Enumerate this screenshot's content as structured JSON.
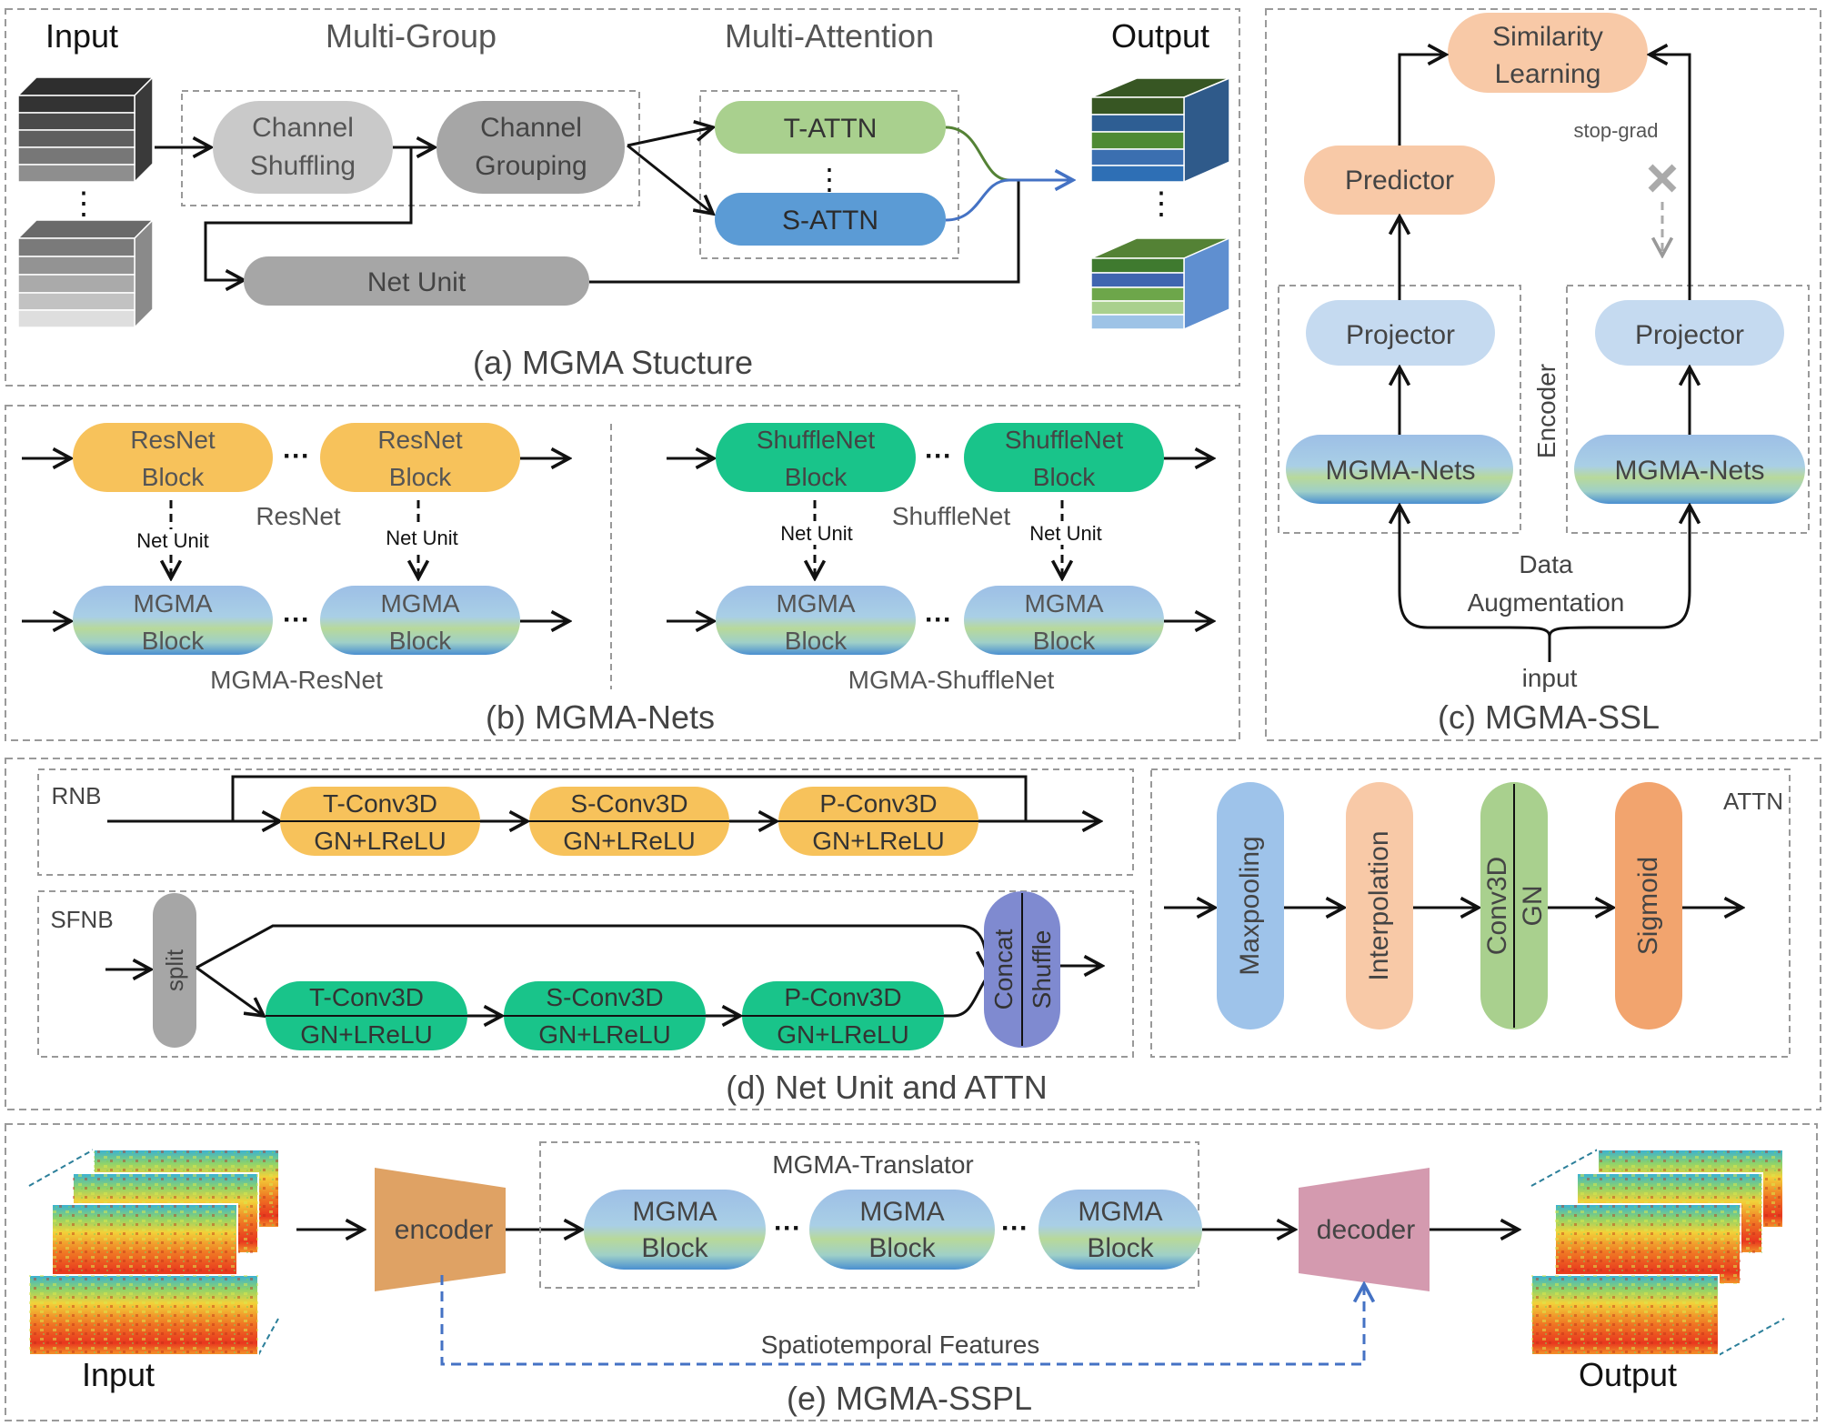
{
  "panel_a": {
    "caption": "(a) MGMA Stucture",
    "input_label": "Input",
    "multi_group_label": "Multi-Group",
    "multi_attention_label": "Multi-Attention",
    "output_label": "Output",
    "channel_shuffling": [
      "Channel",
      "Shuffling"
    ],
    "channel_grouping": [
      "Channel",
      "Grouping"
    ],
    "t_attn": "T-ATTN",
    "s_attn": "S-ATTN",
    "net_unit": "Net Unit",
    "ellipsis": "⋮"
  },
  "panel_b": {
    "caption": "(b) MGMA-Nets",
    "resnet_block": [
      "ResNet",
      "Block"
    ],
    "shufflenet_block": [
      "ShuffleNet",
      "Block"
    ],
    "mgma_block": [
      "MGMA",
      "Block"
    ],
    "resnet_label": "ResNet",
    "shufflenet_label": "ShuffleNet",
    "net_unit_label": "Net Unit",
    "mgma_resnet_label": "MGMA-ResNet",
    "mgma_shufflenet_label": "MGMA-ShuffleNet",
    "dots": "···"
  },
  "panel_c": {
    "caption": "(c) MGMA-SSL",
    "similarity": [
      "Similarity",
      "Learning"
    ],
    "predictor": "Predictor",
    "projector": "Projector",
    "mgma_nets": "MGMA-Nets",
    "encoder": "Encoder",
    "stop_grad": "stop-grad",
    "data_aug": [
      "Data",
      "Augmentation"
    ],
    "input": "input"
  },
  "panel_d": {
    "caption": "(d) Net Unit and ATTN",
    "rnb": "RNB",
    "sfnb": "SFNB",
    "attn": "ATTN",
    "t_conv": "T-Conv3D",
    "s_conv": "S-Conv3D",
    "p_conv": "P-Conv3D",
    "gn": "GN+LReLU",
    "split": "split",
    "concat": "Concat",
    "shuffle": "Shuffle",
    "maxpooling": "Maxpooling",
    "interpolation": "Interpolation",
    "conv3d": "Conv3D",
    "gn_short": "GN",
    "sigmoid": "Sigmoid"
  },
  "panel_e": {
    "caption": "(e) MGMA-SSPL",
    "translator": "MGMA-Translator",
    "encoder": "encoder",
    "decoder": "decoder",
    "mgma_block": [
      "MGMA",
      "Block"
    ],
    "features": "Spatiotemporal Features",
    "input": "Input",
    "output": "Output",
    "dots": "···"
  },
  "colors": {
    "gray_light": "#c9c9c9",
    "gray_mid": "#a6a6a6",
    "green_attn": "#a9d08e",
    "blue_attn": "#5b9bd5",
    "orange": "#f7c25b",
    "teal": "#19c48a",
    "peach": "#f8c9a7",
    "light_blue": "#c5daf0",
    "purple": "#7f8ad0",
    "maxpool": "#9ec3ea",
    "interp": "#f8c9a7",
    "conv": "#a9d08e",
    "sigmoid": "#f2a46e",
    "encoder": "#dfa264",
    "decoder": "#d49aaf"
  }
}
